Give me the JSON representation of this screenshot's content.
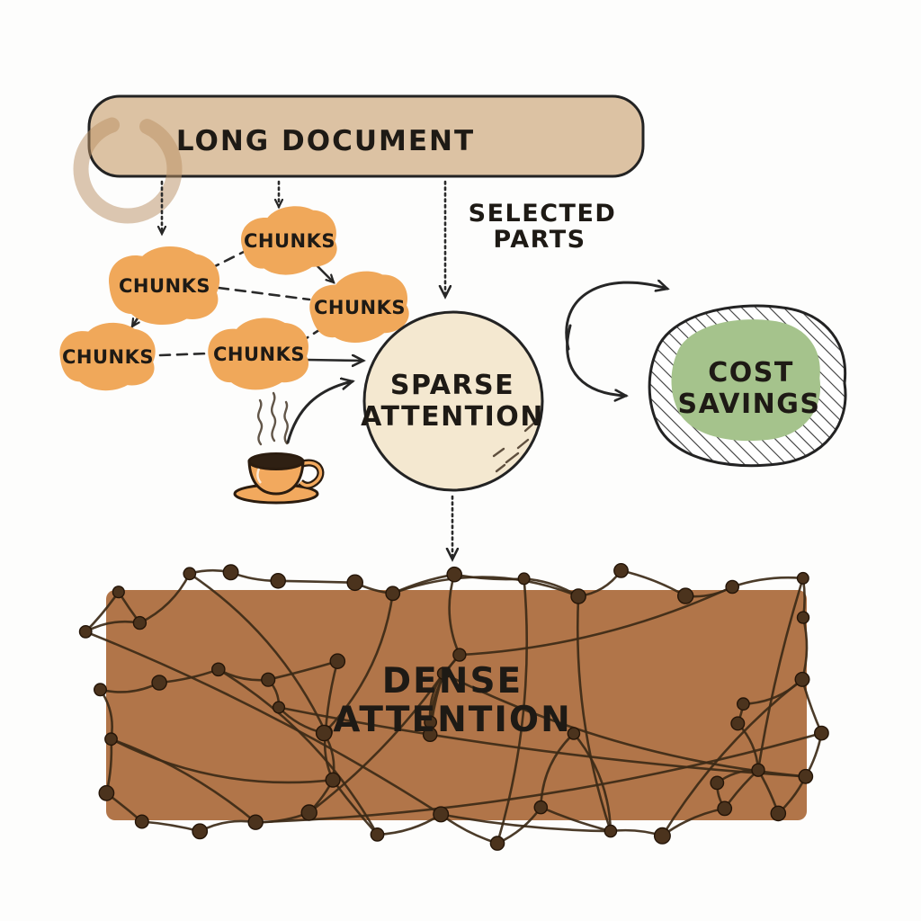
{
  "labels": {
    "long_document": "LONG DOCUMENT",
    "chunks": [
      "CHUNKS",
      "CHUNKS",
      "CHUNKS",
      "CHUNKS",
      "CHUNKS"
    ],
    "selected_parts_line1": "SELECTED",
    "selected_parts_line2": "PARTS",
    "sparse_line1": "SPARSE",
    "sparse_line2": "ATTENTION",
    "cost_line1": "COST",
    "cost_line2": "SAVINGS",
    "dense_line1": "DENSE",
    "dense_line2": "ATTENTION"
  },
  "icons": {
    "coffee_cup": "coffee-cup-icon",
    "coffee_stain": "coffee-stain-ring-icon",
    "arrowhead": "arrowhead-icon"
  },
  "colors": {
    "background": "#fdfdfc",
    "document_bar": "#dcc2a3",
    "coffee_stain": "#b98f63",
    "chunk": "#f0a85a",
    "sparse_circle": "#f4e8d0",
    "cost_savings_green": "#a5c38c",
    "dense_rect": "#b17549",
    "network_line": "#3c2a17",
    "network_node": "#4b331d",
    "outline": "#232323",
    "cup_body": "#f2a95e",
    "coffee_dark": "#2f2013"
  }
}
